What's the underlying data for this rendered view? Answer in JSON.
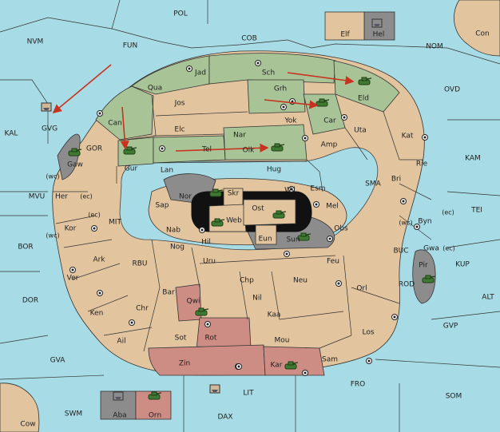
{
  "colors": {
    "sea": "#a7dbe6",
    "land": "#e2c49e",
    "power_green": "#a8c496",
    "power_gray": "#8c8c8c",
    "power_rose": "#cd8c84",
    "black": "#111111",
    "order": "#c8321e",
    "outer_land": "#e2c49e"
  },
  "labels": {
    "sea": [
      "POL",
      "NVM",
      "FUN",
      "COB",
      "NOM",
      "OVD",
      "KAL",
      "GVG",
      "GOR",
      "KAM",
      "SMA",
      "TEI",
      "MIT",
      "MVU",
      "BOR",
      "RBU",
      "BUC",
      "KUP",
      "ALT",
      "ROD",
      "DOR",
      "GVP",
      "GVA",
      "FRO",
      "SOM",
      "LIT",
      "SWM",
      "DAX",
      "Con",
      "Cow"
    ],
    "land": [
      "Elf",
      "Hel",
      "Jad",
      "Sch",
      "Qua",
      "Jos",
      "Grh",
      "Eld",
      "Can",
      "Yok",
      "Car",
      "Elc",
      "Nar",
      "Uta",
      "Kat",
      "Gaw",
      "Gur",
      "Tel",
      "Olk",
      "Amp",
      "Rie",
      "Lan",
      "Hug",
      "Bri",
      "Nor",
      "Wil",
      "Esm",
      "Her",
      "Skr",
      "Ost",
      "Sap",
      "Mel",
      "Byn",
      "Kor",
      "Web",
      "Nab",
      "Sun",
      "Obs",
      "Eun",
      "Gwa",
      "Hil",
      "Nog",
      "Ark",
      "Uru",
      "Feu",
      "Pir",
      "Ver",
      "Chp",
      "Neu",
      "Orl",
      "Bar",
      "Nil",
      "Qwi",
      "Ken",
      "Chr",
      "Kaa",
      "Los",
      "Rot",
      "Ail",
      "Sot",
      "Mou",
      "Zin",
      "Kar",
      "Sam",
      "Aba",
      "Orn"
    ],
    "coast": [
      "(wc)",
      "(ec)",
      "(ec)",
      "(wc)",
      "(wc)",
      "(ec)",
      "(ec)"
    ]
  },
  "orders": [
    {
      "from": "FUN",
      "to": "GVG"
    },
    {
      "from": "Sch",
      "to": "Eld"
    },
    {
      "from": "Grh",
      "to": "Car"
    },
    {
      "from": "Can",
      "to": "Gur"
    },
    {
      "from": "Tel",
      "to": "Olk"
    }
  ]
}
